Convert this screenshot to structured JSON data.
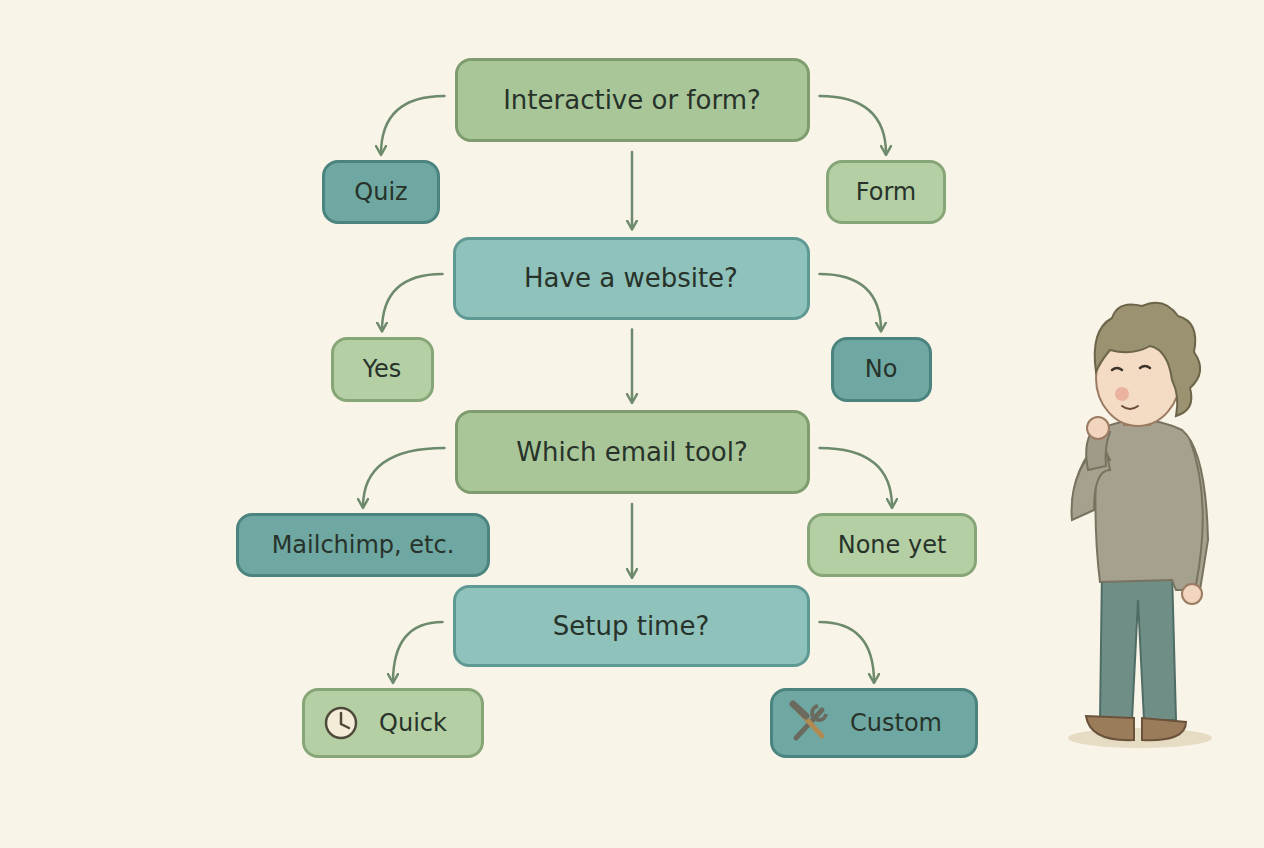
{
  "diagram": {
    "nodes": [
      {
        "text": [
          "Interactive or form?"
        ]
      },
      {
        "text": [
          "Quiz"
        ]
      },
      {
        "text": [
          "Form"
        ]
      },
      {
        "text": [
          "Have a website?"
        ]
      },
      {
        "text": [
          "Yes"
        ]
      },
      {
        "text": [
          "No"
        ]
      },
      {
        "text": [
          "Which email tool?"
        ]
      },
      {
        "text": [
          "Mailchimp, etc."
        ]
      },
      {
        "text": [
          "None yet"
        ]
      },
      {
        "text": [
          "Setup time?"
        ]
      },
      {
        "text": [
          "Quick"
        ]
      },
      {
        "text": [
          "Custom"
        ]
      }
    ],
    "edges": [
      {
        "from": 0,
        "to": 1,
        "arrow": "to"
      },
      {
        "from": 0,
        "to": 2,
        "arrow": "to"
      },
      {
        "from": 0,
        "to": 3,
        "arrow": "to"
      },
      {
        "from": 3,
        "to": 4,
        "arrow": "to"
      },
      {
        "from": 3,
        "to": 5,
        "arrow": "to"
      },
      {
        "from": 3,
        "to": 6,
        "arrow": "to"
      },
      {
        "from": 6,
        "to": 7,
        "arrow": "to"
      },
      {
        "from": 6,
        "to": 8,
        "arrow": "to"
      },
      {
        "from": 6,
        "to": 9,
        "arrow": "to"
      },
      {
        "from": 9,
        "to": 10,
        "arrow": "to"
      },
      {
        "from": 9,
        "to": 11,
        "arrow": "to"
      }
    ]
  }
}
